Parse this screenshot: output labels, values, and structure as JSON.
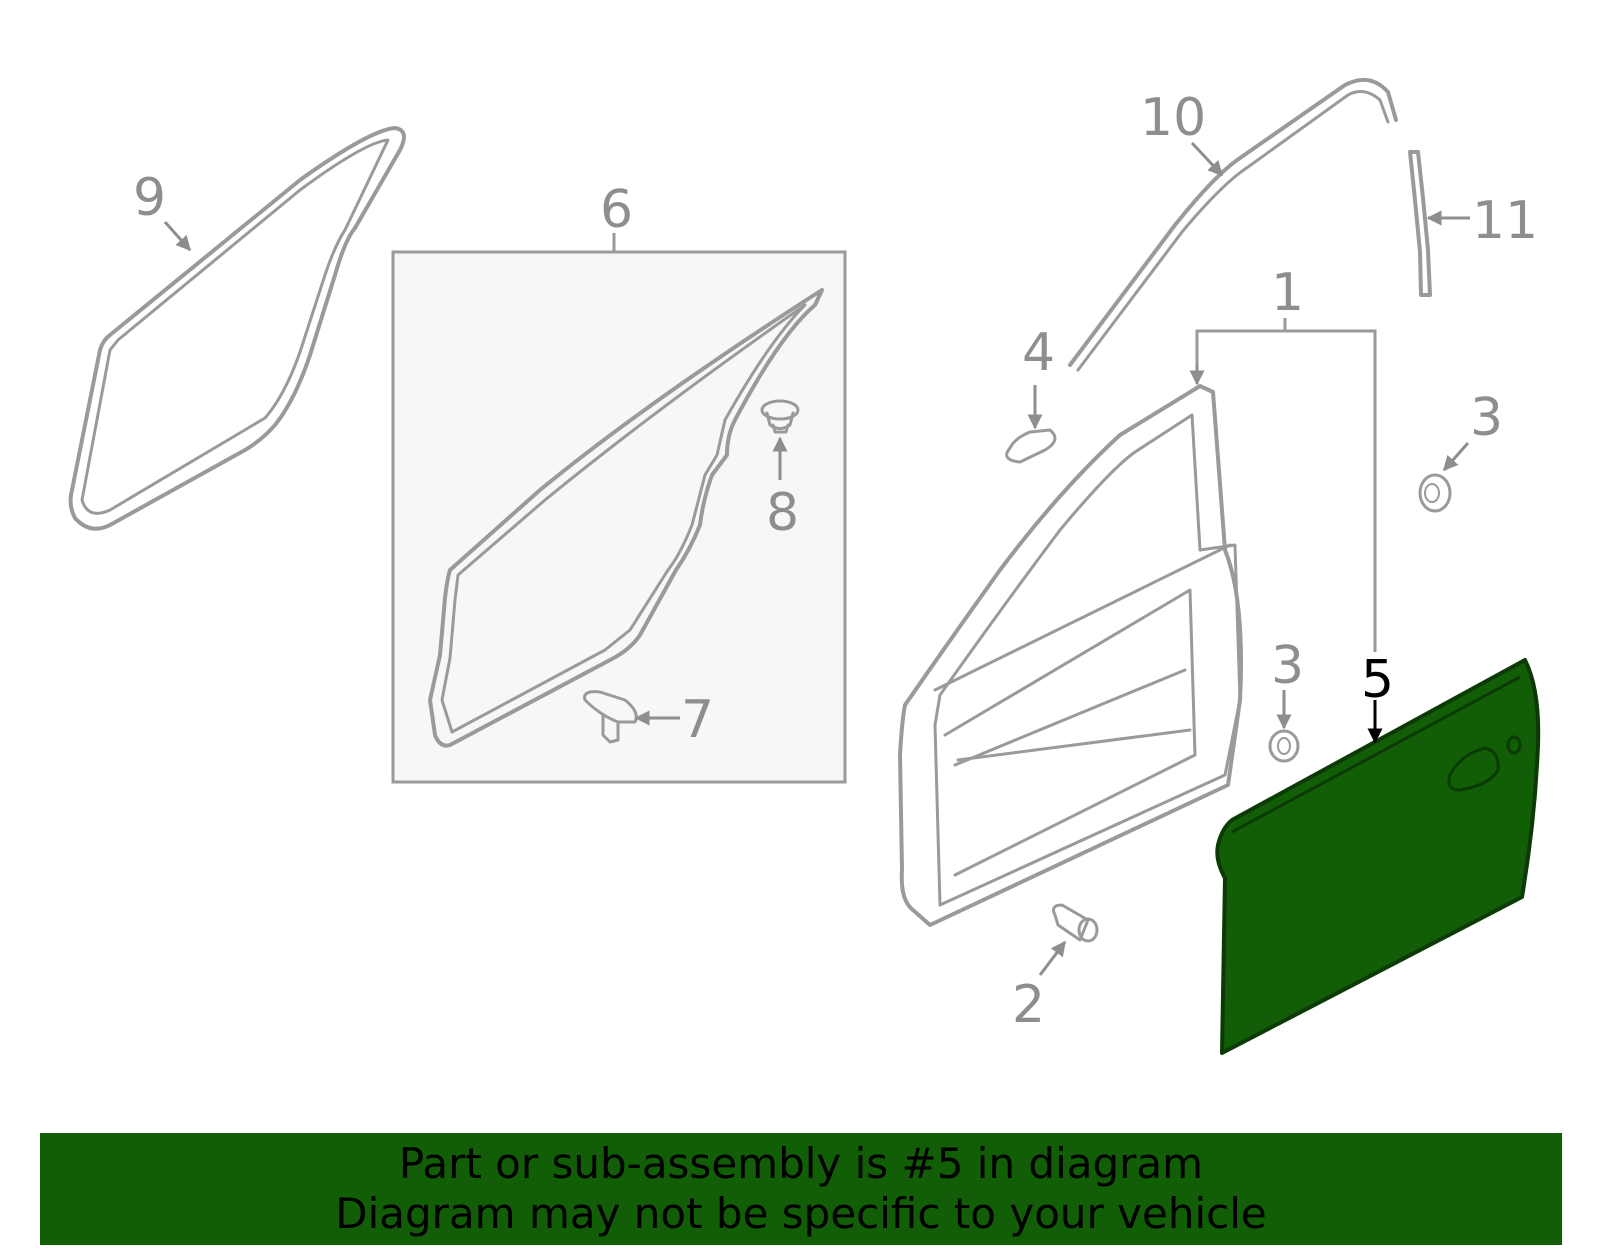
{
  "callouts": {
    "c1": "1",
    "c2": "2",
    "c3a": "3",
    "c3b": "3",
    "c4": "4",
    "c5": "5",
    "c6": "6",
    "c7": "7",
    "c8": "8",
    "c9": "9",
    "c10": "10",
    "c11": "11"
  },
  "banner": {
    "line1": "Part or sub-assembly is #5 in diagram",
    "line2": "Diagram may not be specific to your vehicle"
  },
  "colors": {
    "highlight": "#115e07",
    "parts": "#9a9a9a",
    "box_fill": "#f7f7f7"
  }
}
